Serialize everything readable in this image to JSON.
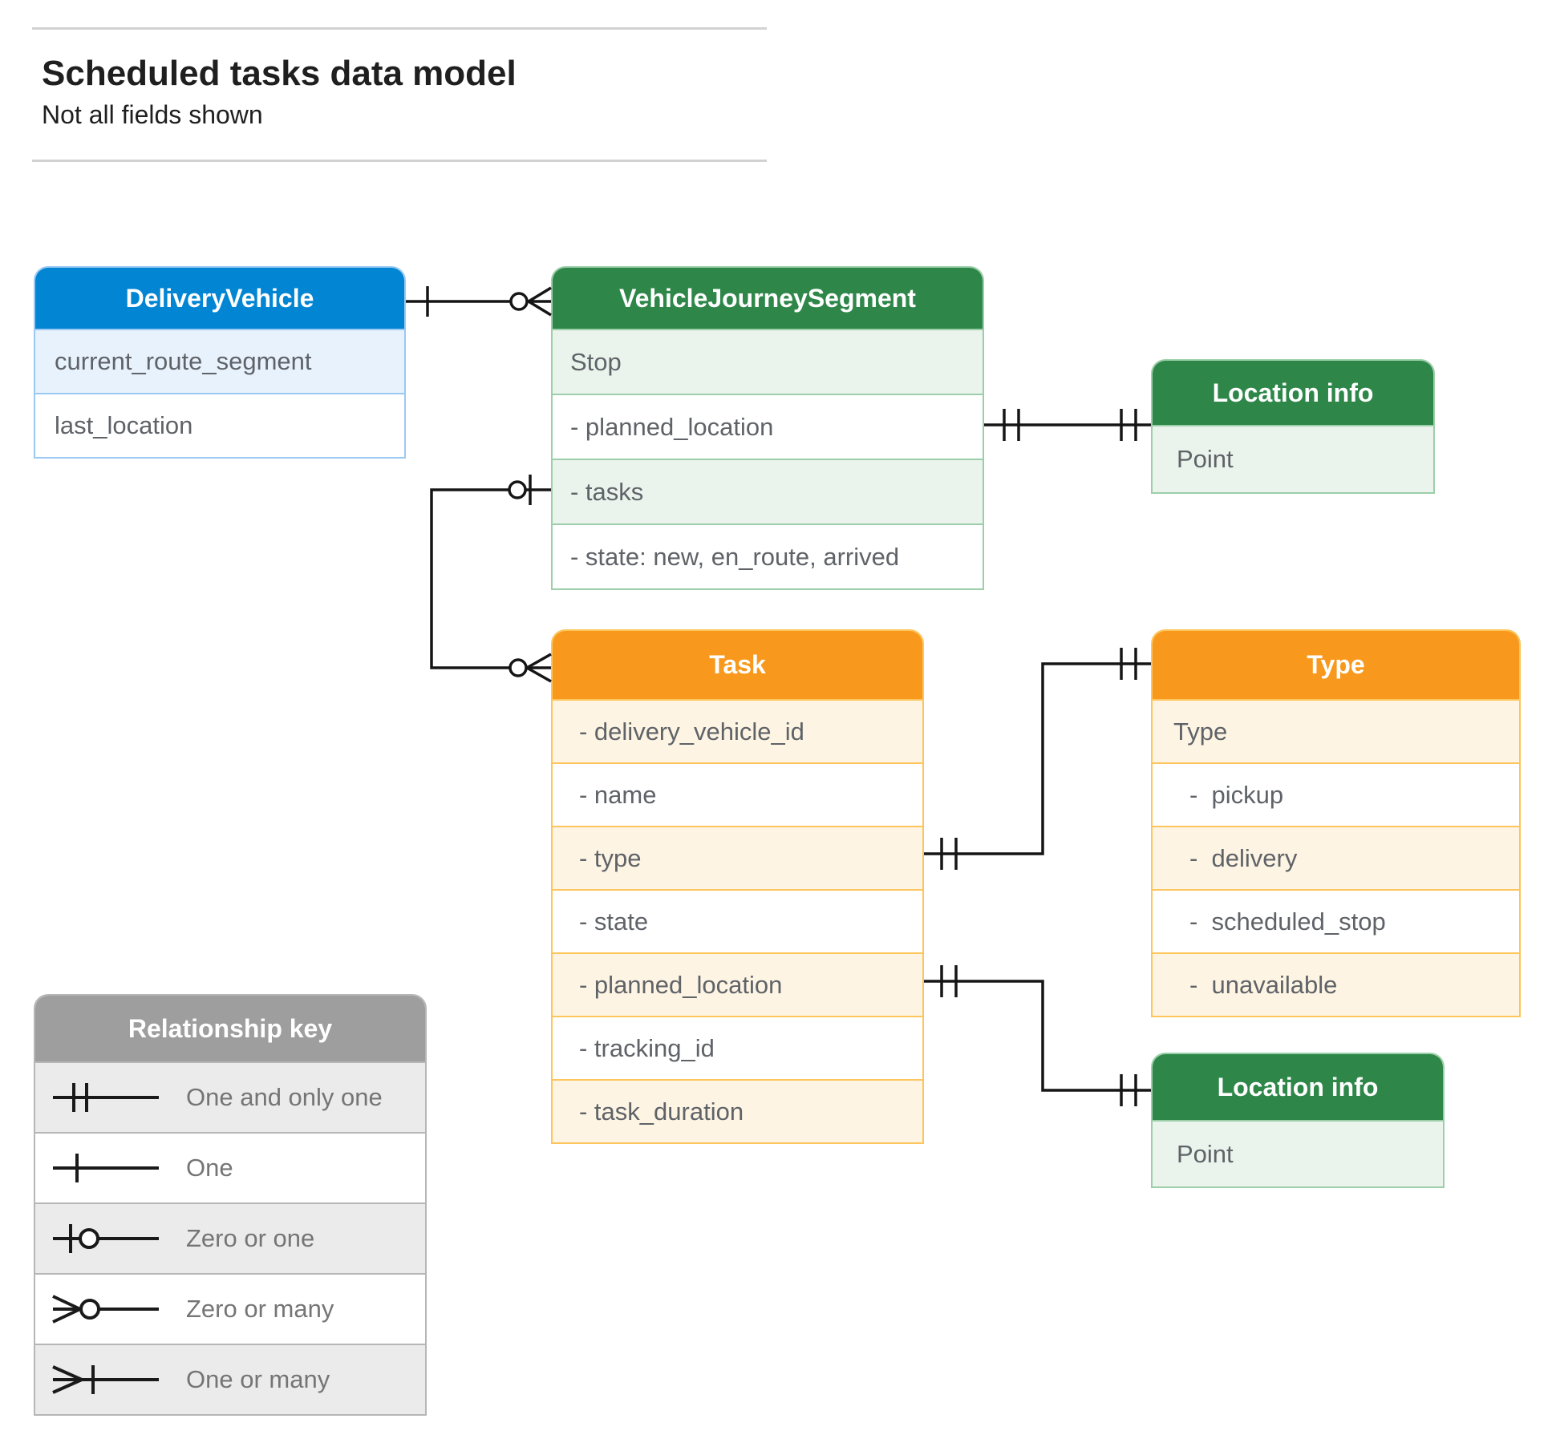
{
  "page": {
    "title": "Scheduled tasks data model",
    "subtitle": "Not all fields shown"
  },
  "entities": {
    "delivery_vehicle": {
      "title": "DeliveryVehicle",
      "fields": [
        "current_route_segment",
        "last_location"
      ]
    },
    "vehicle_journey_segment": {
      "title": "VehicleJourneySegment",
      "fields": [
        "Stop",
        "- planned_location",
        "- tasks",
        "- state: new, en_route, arrived"
      ]
    },
    "location_info_top": {
      "title": "Location info",
      "fields": [
        "Point"
      ]
    },
    "task": {
      "title": "Task",
      "fields": [
        "- delivery_vehicle_id",
        "- name",
        "- type",
        "- state",
        "- planned_location",
        "- tracking_id",
        "- task_duration"
      ]
    },
    "type": {
      "title": "Type",
      "fields": [
        "Type",
        "-  pickup",
        "-  delivery",
        "-  scheduled_stop",
        "-  unavailable"
      ]
    },
    "location_info_bottom": {
      "title": "Location info",
      "fields": [
        "Point"
      ]
    }
  },
  "legend": {
    "title": "Relationship key",
    "items": [
      {
        "symbol": "one-and-only-one",
        "label": "One and only one"
      },
      {
        "symbol": "one",
        "label": "One"
      },
      {
        "symbol": "zero-or-one",
        "label": "Zero or one"
      },
      {
        "symbol": "zero-or-many",
        "label": "Zero or many"
      },
      {
        "symbol": "one-or-many",
        "label": "One or many"
      }
    ]
  },
  "relationships": [
    {
      "from": "DeliveryVehicle",
      "from_end": "one",
      "to": "VehicleJourneySegment",
      "to_end": "zero-or-many"
    },
    {
      "from": "VehicleJourneySegment.planned_location",
      "from_end": "one-and-only-one",
      "to": "Location info",
      "to_end": "one-and-only-one"
    },
    {
      "from": "VehicleJourneySegment.tasks",
      "from_end": "zero-or-one",
      "to": "Task",
      "to_end": "zero-or-many"
    },
    {
      "from": "Task.type",
      "from_end": "one-and-only-one",
      "to": "Type",
      "to_end": "one-and-only-one"
    },
    {
      "from": "Task.planned_location",
      "from_end": "one-and-only-one",
      "to": "Location info",
      "to_end": "one-and-only-one"
    }
  ],
  "colors": {
    "blue_header": "#0285d2",
    "green_header": "#2e8749",
    "orange_header": "#f8991d",
    "gray_header": "#9e9e9e",
    "connector": "#151515"
  }
}
